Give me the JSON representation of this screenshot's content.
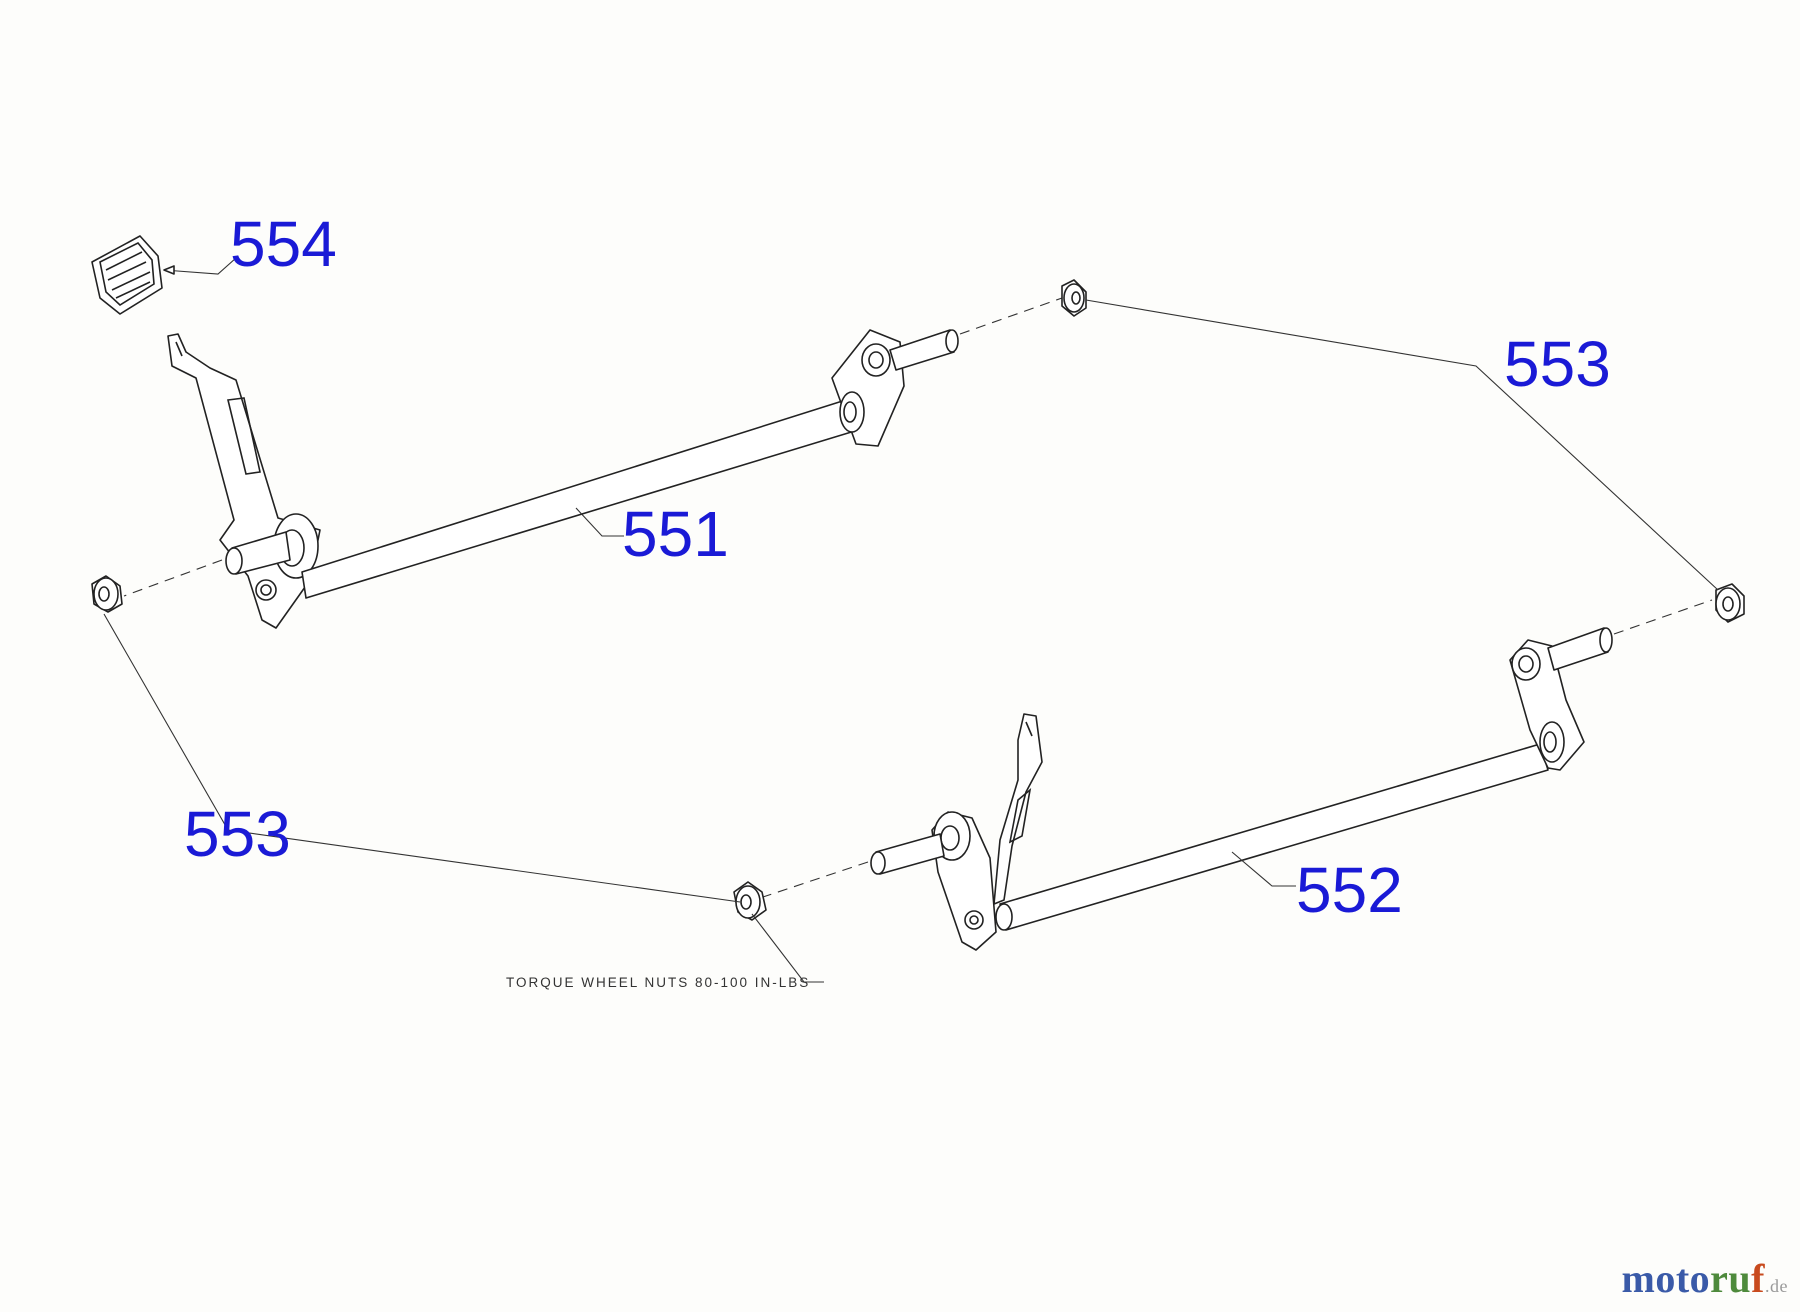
{
  "callouts": {
    "part_554": "554",
    "part_553_top": "553",
    "part_551": "551",
    "part_553_left": "553",
    "part_552": "552"
  },
  "note": "TORQUE WHEEL NUTS 80-100 IN-LBS",
  "watermark": {
    "part1": "moto",
    "part2": "ru",
    "part3": "f",
    "part4": ".de"
  },
  "colors": {
    "callout": "#1a1ad6",
    "line": "#222222",
    "background": "#fdfdfb"
  }
}
